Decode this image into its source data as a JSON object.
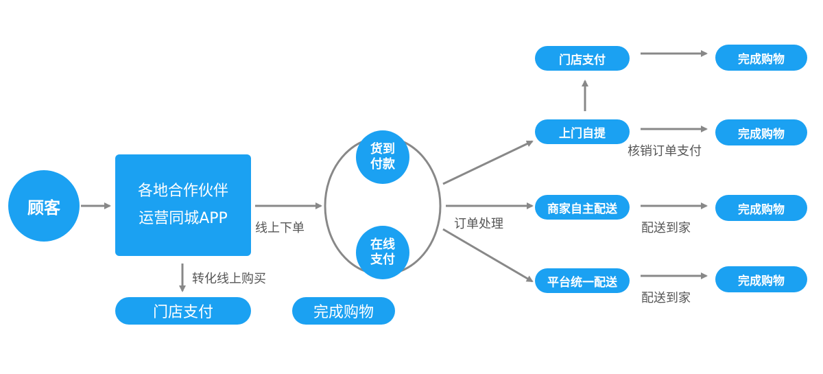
{
  "nodes": {
    "customer": "顾客",
    "app_line1": "各地合作伙伴",
    "app_line2": "运营同城APP",
    "cod_line1": "货到",
    "cod_line2": "付款",
    "online_line1": "在线",
    "online_line2": "支付",
    "store_pay_bottom": "门店支付",
    "complete_bottom": "完成购物",
    "store_pay_top": "门店支付",
    "pickup": "上门自提",
    "merchant_delivery": "商家自主配送",
    "platform_delivery": "平台统一配送",
    "complete_1": "完成购物",
    "complete_2": "完成购物",
    "complete_3": "完成购物",
    "complete_4": "完成购物"
  },
  "labels": {
    "convert_online": "转化线上购买",
    "online_order": "线上下单",
    "order_processing": "订单处理",
    "verify_order_pay": "核销订单支付",
    "deliver_home_1": "配送到家",
    "deliver_home_2": "配送到家"
  },
  "colors": {
    "node_fill": "#1ba1f2",
    "arrow": "#888888",
    "text": "#555555"
  }
}
